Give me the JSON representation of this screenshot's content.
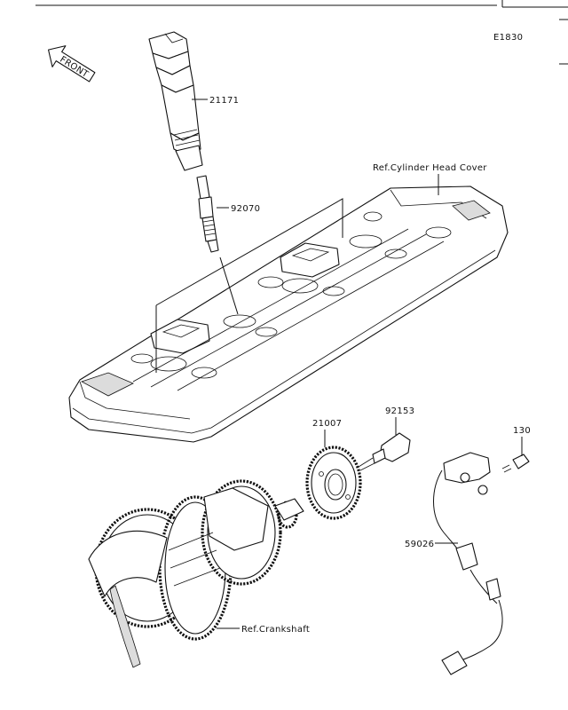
{
  "diagram_id": "E1830",
  "front_label": "FRONT",
  "callouts": {
    "ignition_coil": "21171",
    "spark_plug": "92070",
    "cylinder_head_cover_ref": "Ref.Cylinder Head Cover",
    "timing_rotor": "21007",
    "rotor_bolt": "92153",
    "sensor_bolt": "130",
    "crankshaft_sensor": "59026",
    "crankshaft_ref": "Ref.Crankshaft"
  }
}
